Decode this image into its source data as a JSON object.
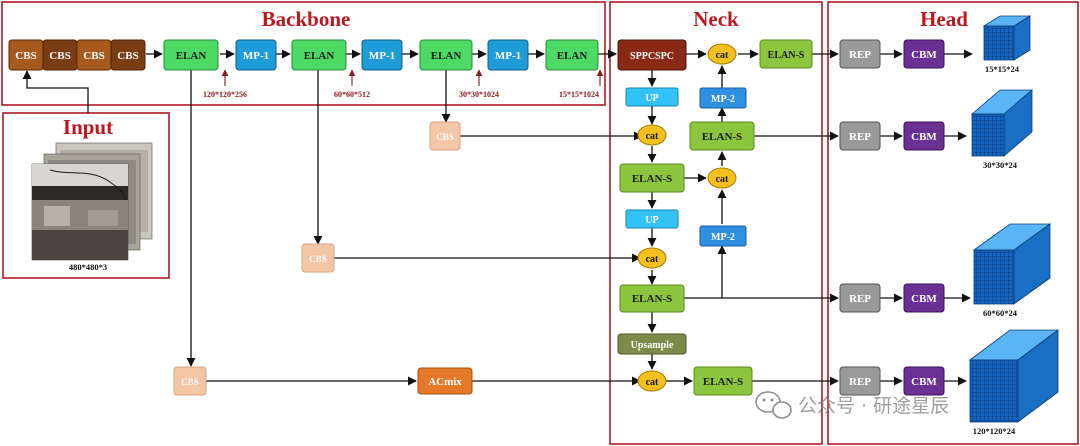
{
  "sections": {
    "backbone": "Backbone",
    "input": "Input",
    "neck": "Neck",
    "head": "Head"
  },
  "input_image": {
    "size_label": "480*480*3"
  },
  "backbone_blocks": {
    "cbs": "CBS",
    "elan": "ELAN",
    "mp1": "MP-1"
  },
  "dims": [
    "120*120*256",
    "60*60*512",
    "30*30*1024",
    "15*15*1024"
  ],
  "side_blocks": {
    "cbs": "CBS",
    "acmix": "ACmix"
  },
  "neck_blocks": {
    "sppcspc": "SPPCSPC",
    "up": "UP",
    "cat": "cat",
    "elan_s": "ELAN-S",
    "mp2": "MP-2",
    "upsample": "Upsample"
  },
  "head_blocks": {
    "rep": "REP",
    "cbm": "CBM"
  },
  "outputs": [
    "15*15*24",
    "30*30*24",
    "60*60*24",
    "120*120*24"
  ],
  "watermark": "公众号 · 研途星辰",
  "colors": {
    "section_border": "#b01a22",
    "cbs_brown": "#8b4513",
    "elan_green": "#4cd964",
    "mp1_blue": "#1f9bd8",
    "sppcspc": "#8b2a14",
    "up_blue": "#33c2f5",
    "cat_yellow": "#f4c01e",
    "elan_s_green": "#8cc63f",
    "mp2_blue": "#2f8fe0",
    "upsample_olive": "#7c8a4a",
    "rep_gray": "#9a9a9a",
    "cbm_purple": "#6a3093",
    "cbs_light": "#f4c6a8",
    "acmix_orange": "#e6782a",
    "cube_blue": "#1f7fd8"
  }
}
